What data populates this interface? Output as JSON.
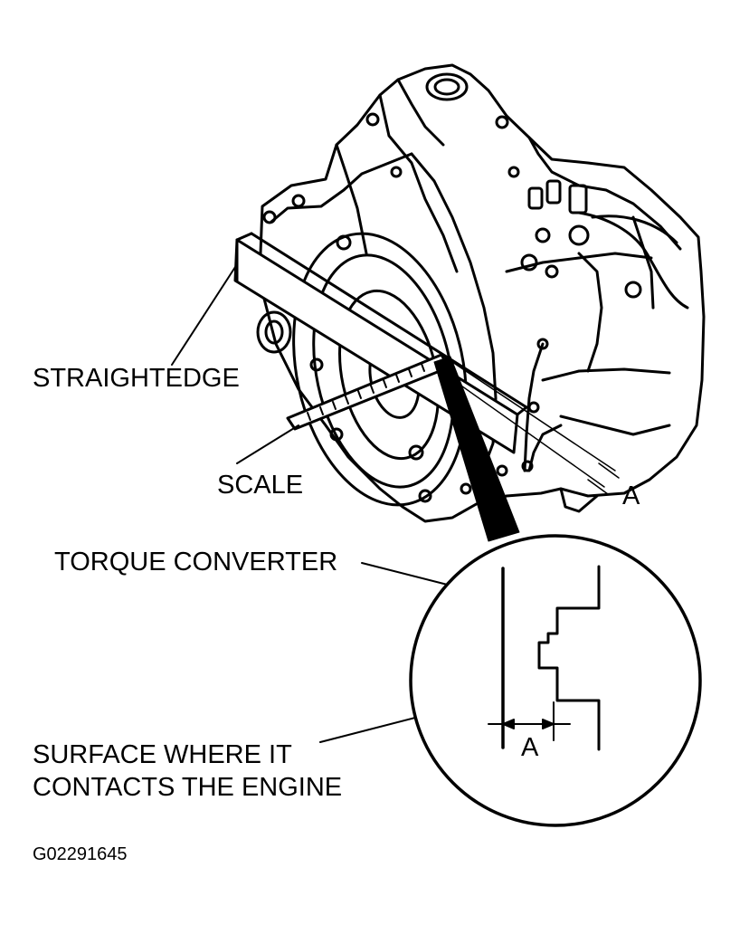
{
  "diagram": {
    "labels": {
      "straightedge": "STRAIGHTEDGE",
      "scale": "SCALE",
      "dimension_main": "A",
      "torque_converter": "TORQUE CONVERTER",
      "surface_line1": "SURFACE WHERE IT",
      "surface_line2": "CONTACTS THE ENGINE",
      "dimension_detail": "A"
    },
    "figure_code": "G02291645",
    "colors": {
      "ink": "#000000",
      "paper": "#ffffff"
    }
  }
}
